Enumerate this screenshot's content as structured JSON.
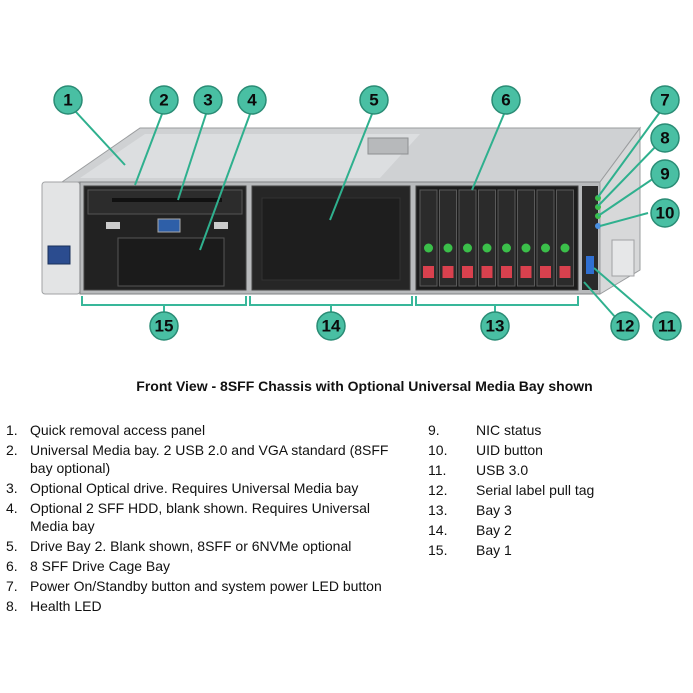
{
  "callouts": [
    "1",
    "2",
    "3",
    "4",
    "5",
    "6",
    "7",
    "8",
    "9",
    "10",
    "11",
    "12",
    "13",
    "14",
    "15"
  ],
  "caption": "Front View - 8SFF Chassis with Optional Universal Media Bay shown",
  "legend_left": [
    {
      "num": "1.",
      "text": "Quick removal access panel"
    },
    {
      "num": "2.",
      "text": "Universal Media bay. 2 USB 2.0 and VGA standard (8SFF bay optional)"
    },
    {
      "num": "3.",
      "text": "Optional Optical drive. Requires Universal Media bay"
    },
    {
      "num": "4.",
      "text": "Optional 2 SFF HDD, blank shown. Requires Universal Media bay"
    },
    {
      "num": "5.",
      "text": "Drive Bay 2. Blank shown, 8SFF or 6NVMe optional"
    },
    {
      "num": "6.",
      "text": "8 SFF Drive Cage Bay"
    },
    {
      "num": "7.",
      "text": "Power On/Standby button and system power LED button"
    },
    {
      "num": "8.",
      "text": "Health LED"
    }
  ],
  "legend_right": [
    {
      "num": "9.",
      "text": "NIC status"
    },
    {
      "num": "10.",
      "text": "UID button"
    },
    {
      "num": "11.",
      "text": "USB 3.0"
    },
    {
      "num": "12.",
      "text": "Serial label pull tag"
    },
    {
      "num": "13.",
      "text": "Bay 3"
    },
    {
      "num": "14.",
      "text": "Bay 2"
    },
    {
      "num": "15.",
      "text": "Bay 1"
    }
  ],
  "colors": {
    "callout_fill": "#49bfa3",
    "leader": "#2fb08e",
    "chassis": "#c9cbcd",
    "bezel": "#1a1a1a",
    "drive_led": "#3bbf4a",
    "drive_tag": "#d9414e"
  }
}
